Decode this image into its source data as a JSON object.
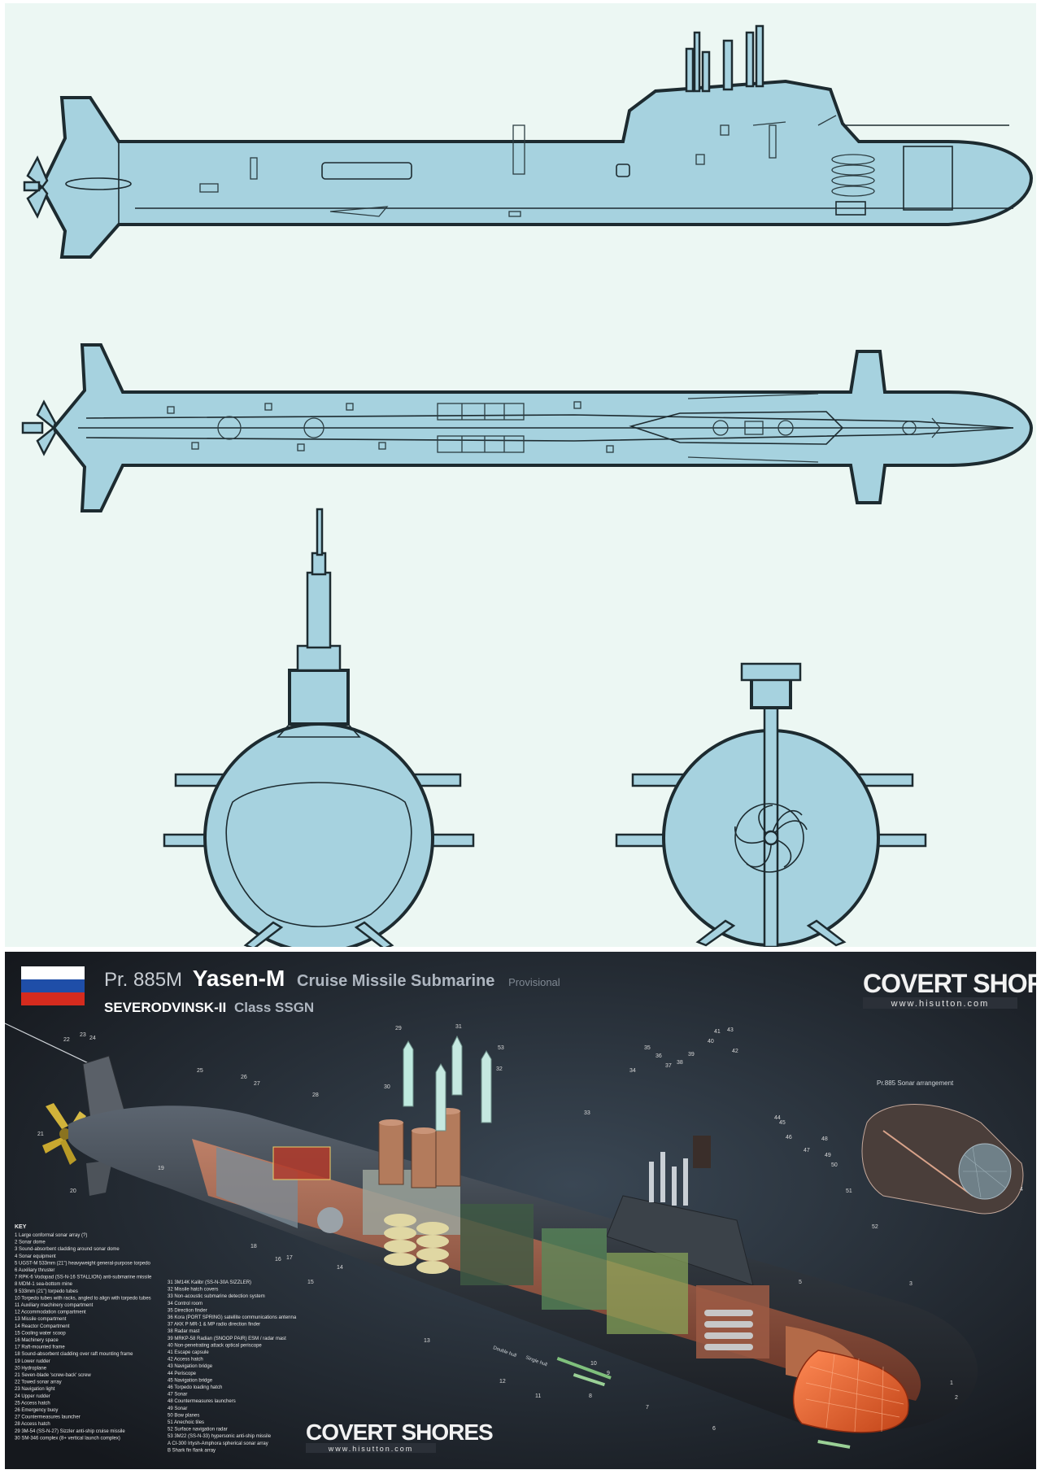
{
  "header": {
    "project": "Pr. 885M",
    "name": "Yasen-M",
    "type": "Cruise Missile Submarine",
    "status": "Provisional",
    "class_name": "SEVERODVINSK-II",
    "class_suffix": "Class SSGN"
  },
  "brand": {
    "name": "COVERT SHORES",
    "url": "www.hisutton.com"
  },
  "inset_label": "Pr.885 Sonar arrangement",
  "hull_labels": {
    "outer": "Double hull",
    "inner": "Single hull"
  },
  "flag_colors": [
    "#ffffff",
    "#1f4ea8",
    "#d52b1e"
  ],
  "key": {
    "title": "KEY",
    "col1": [
      "1  Large conformal sonar array (?)",
      "2  Sonar dome",
      "3  Sound-absorbent cladding around sonar dome",
      "4  Sonar equipment",
      "5  UGST-M 533mm (21\") heavyweight general-purpose torpedo",
      "6  Auxiliary thruster",
      "7  RPK-6 Vodopad (SS-N-16 STALLION) anti-submarine missile",
      "8  MDM-1 sea-bottom mine",
      "9  533mm (21\") torpedo tubes",
      "10  Torpedo tubes with racks, angled to align with torpedo tubes",
      "11  Auxiliary machinery compartment",
      "12  Accommodation compartment",
      "13  Missile compartment",
      "14  Reactor Compartment",
      "15  Cooling water scoop",
      "16  Machinery space",
      "17  Raft-mounted frame",
      "18  Sound-absorbent cladding over raft mounting frame",
      "19  Lower rudder",
      "20  Hydroplane",
      "21  Seven-blade 'screw-back' screw",
      "22  Towed sonar array",
      "23  Navigation light",
      "24  Upper rudder",
      "25  Access hatch",
      "26  Emergency buoy",
      "27  Countermeasures launcher",
      "28  Access hatch",
      "29  3M-54 (SS-N-27) Sizzler anti-ship cruise missile",
      "30  SM-346 complex (8+ vertical launch complex)"
    ],
    "col2": [
      "31  3M14K Kalibr (SS-N-30A SIZZLER)",
      "32  Missile hatch covers",
      "33  Non-acoustic submarine detection system",
      "34  Control room",
      "35  Direction finder",
      "36  Kora (PORT SPRING) satellite communications antenna",
      "37  AKK P MR-1 & MP radio direction finder",
      "38  Radar mast",
      "39  MRKP-58 Radian (SNOOP PAIR) ESM / radar mast",
      "40  Non-penetrating attack optical periscope",
      "41  Escape capsule",
      "42  Access hatch",
      "43  Navigation bridge",
      "44  Periscope",
      "45  Navigation bridge",
      "46  Torpedo loading hatch",
      "47  Sonar",
      "48  Countermeasures launchers",
      "49  Sonar",
      "50  Bow planes",
      "51  Anechoic tiles",
      "52  Surface navigation radar",
      "53  3M22 (SS-N-33) hypersonic anti-ship missile",
      "A  CI-300 Irtysh-Amphora spherical sonar array",
      "B  Shark fin flank array"
    ]
  },
  "callouts": {
    "top": [
      "22",
      "23",
      "24",
      "25",
      "26",
      "27",
      "28",
      "29",
      "30",
      "31",
      "32",
      "33",
      "34",
      "35",
      "36",
      "37",
      "38",
      "39",
      "40",
      "41",
      "42",
      "43",
      "44",
      "45",
      "46",
      "47",
      "48",
      "49",
      "50",
      "51",
      "52",
      "53"
    ],
    "bottom": [
      "1",
      "2",
      "3",
      "4",
      "5",
      "6",
      "7",
      "8",
      "9",
      "10",
      "11",
      "12",
      "13",
      "14",
      "15",
      "16",
      "17",
      "18",
      "19",
      "20",
      "21"
    ]
  }
}
